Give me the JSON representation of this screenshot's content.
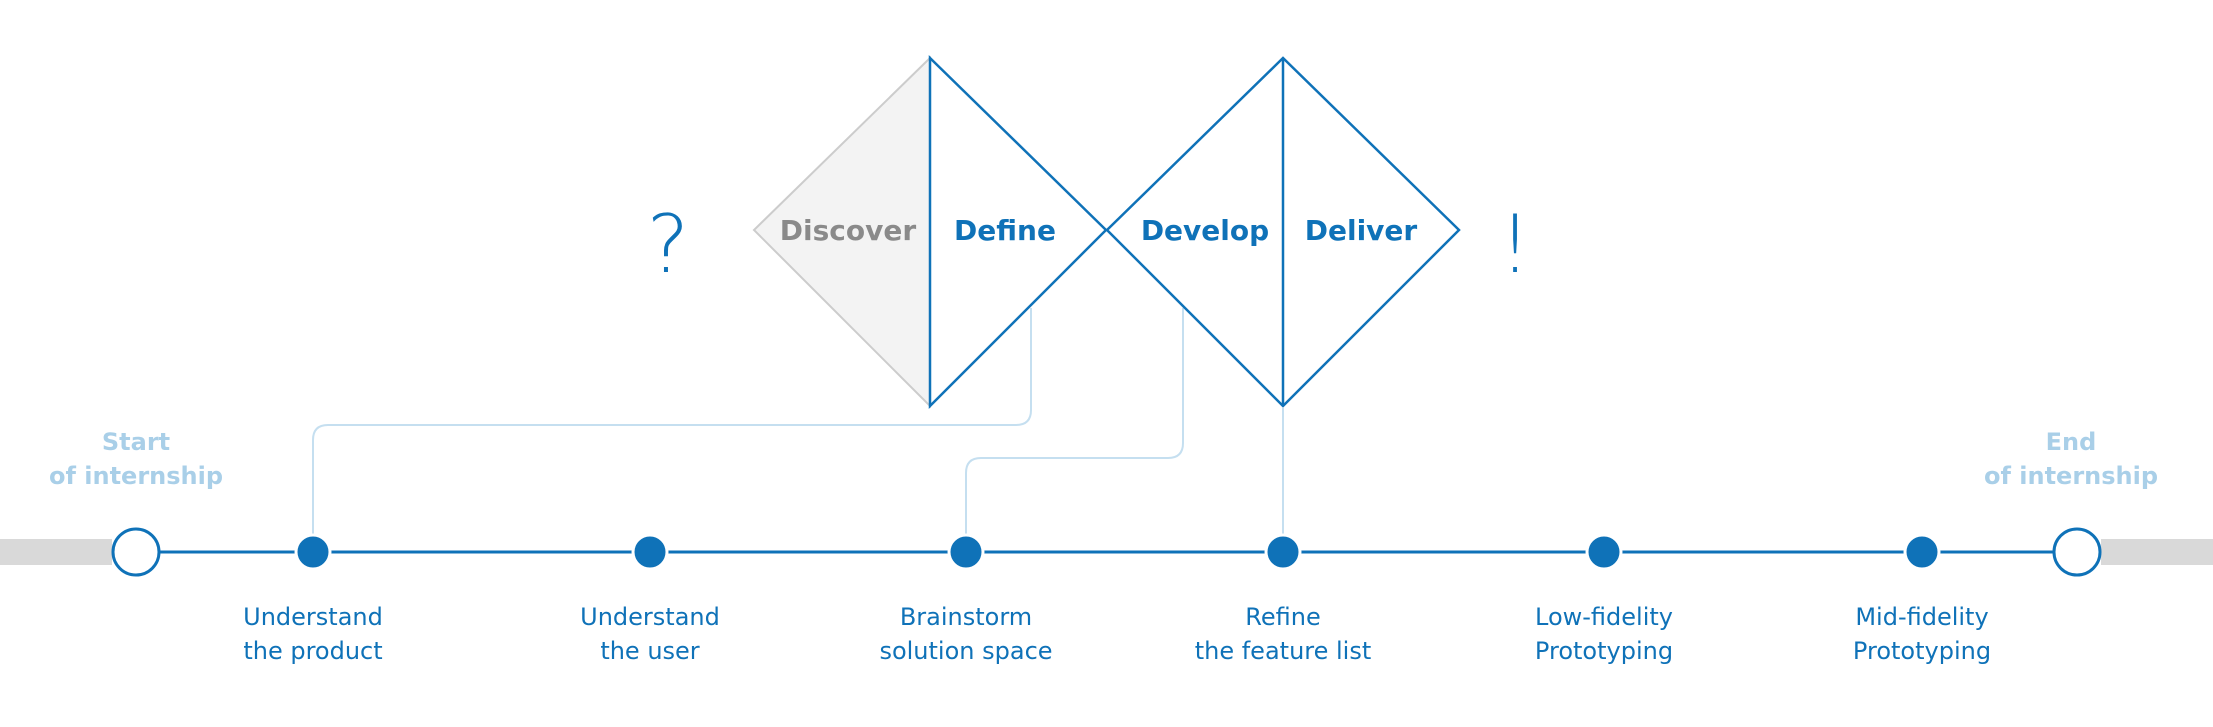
{
  "colors": {
    "primary": "#0f72b8",
    "light": "#a9cfe8",
    "connector": "#c5dff0",
    "gray_fill": "#f3f3f3",
    "gray_stroke": "#cccccc",
    "gray_text": "#8a8a8a",
    "track": "#d9d9d9"
  },
  "phases": {
    "discover": "Discover",
    "define": "Define",
    "develop": "Develop",
    "deliver": "Deliver"
  },
  "symbols": {
    "question": "?",
    "exclaim": "!"
  },
  "start": {
    "line1": "Start",
    "line2": "of internship"
  },
  "end": {
    "line1": "End",
    "line2": "of internship"
  },
  "milestones": [
    {
      "line1": "Understand",
      "line2": "the product"
    },
    {
      "line1": "Understand",
      "line2": "the user"
    },
    {
      "line1": "Brainstorm",
      "line2": "solution space"
    },
    {
      "line1": "Refine",
      "line2": "the feature list"
    },
    {
      "line1": "Low-fidelity",
      "line2": "Prototyping"
    },
    {
      "line1": "Mid-fidelity",
      "line2": "Prototyping"
    }
  ]
}
